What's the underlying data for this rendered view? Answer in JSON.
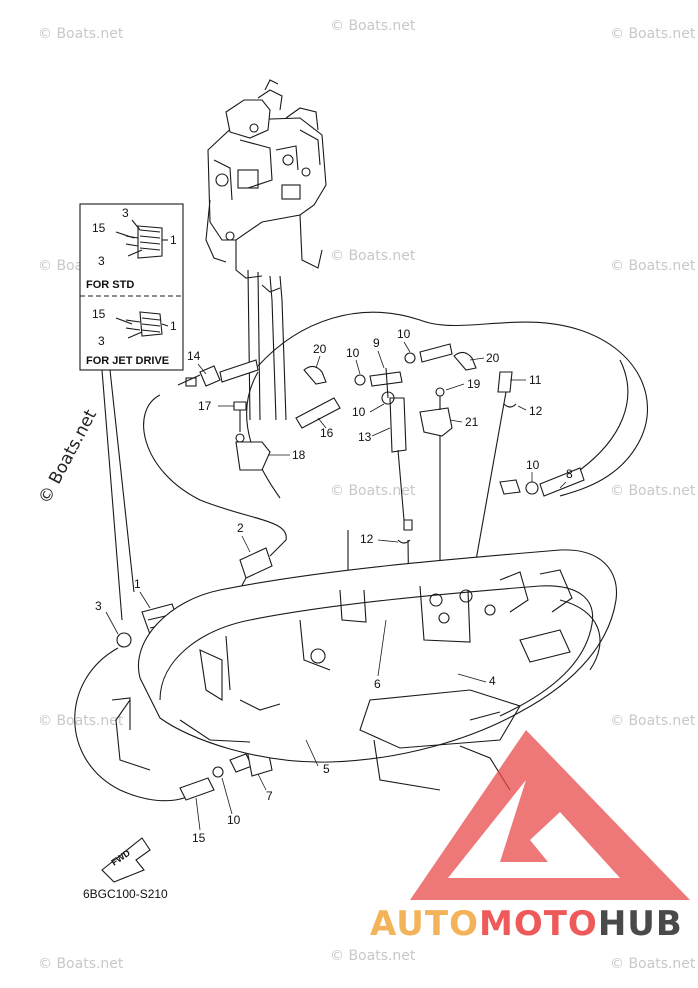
{
  "diagram": {
    "code": "6BGC100-S210",
    "fwd_label": "FWD",
    "inset": {
      "std_label": "FOR STD",
      "jet_label": "FOR JET DRIVE"
    },
    "callouts": {
      "c1": "1",
      "c2": "2",
      "c3": "3",
      "c4": "4",
      "c5": "5",
      "c6": "6",
      "c7": "7",
      "c8": "8",
      "c9": "9",
      "c10": "10",
      "c11": "11",
      "c12": "12",
      "c13": "13",
      "c14": "14",
      "c15": "15",
      "c16": "16",
      "c17": "17",
      "c18": "18",
      "c19": "19",
      "c20": "20",
      "c21": "21"
    }
  },
  "watermark": {
    "text": "© Boats.net",
    "side_text": "© Boats.net"
  },
  "brand": {
    "part1": "AUTO",
    "part2": "MOTO",
    "part3": "HUB",
    "color1": "#f2b35a",
    "color2": "#ee5a5a",
    "color3": "#4a4a4a",
    "logo_color": "#e84a4a"
  }
}
